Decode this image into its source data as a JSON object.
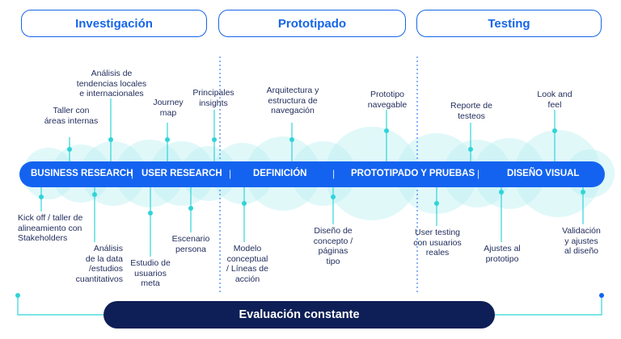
{
  "phases": {
    "investigacion": "Investigación",
    "prototipado": "Prototipado",
    "testing": "Testing"
  },
  "bar": {
    "business_research": "BUSINESS RESEARCH",
    "user_research": "USER RESEARCH",
    "definicion": "DEFINICIÓN",
    "prototipado_pruebas": "PROTOTIPADO Y PRUEBAS",
    "diseno_visual": "DISEÑO VISUAL",
    "separator": "|"
  },
  "top_labels": {
    "taller": "Taller con\náreas internas",
    "analisis_tendencias": "Análisis de\ntendencias locales\ne internacionales",
    "journey_map": "Journey\nmap",
    "principales_insights": "Principales\ninsights",
    "arquitectura": "Arquitectura y\nestructura de\nnavegación",
    "prototipo_navegable": "Prototipo\nnavegable",
    "reporte_testeos": "Reporte de\ntesteos",
    "look_feel": "Look and\nfeel"
  },
  "bottom_labels": {
    "kick_off": "Kick off / taller de\nalineamiento con\nStakeholders",
    "analisis_data": "Análisis\nde la data\n/estudios\ncuantitativos",
    "estudio_usuarios": "Estudio de\nusuarios\nmeta",
    "escenario_persona": "Escenario\npersona",
    "modelo_conceptual": "Modelo\nconceptual\n/ Líneas de\nacción",
    "diseno_concepto": "Diseño de\nconcepto /\npáginas\ntipo",
    "user_testing": "User testing\ncon usuarios\nreales",
    "ajustes_prototipo": "Ajustes al\nprototipo",
    "validacion": "Validación\ny ajustes\nal diseño"
  },
  "footer": {
    "evaluacion": "Evaluación constante"
  },
  "colors": {
    "primary": "#1463f0",
    "navy": "#0e1f57",
    "teal": "#2fd4d8",
    "bubble": "#bff1f3",
    "text": "#1f2a5a"
  }
}
